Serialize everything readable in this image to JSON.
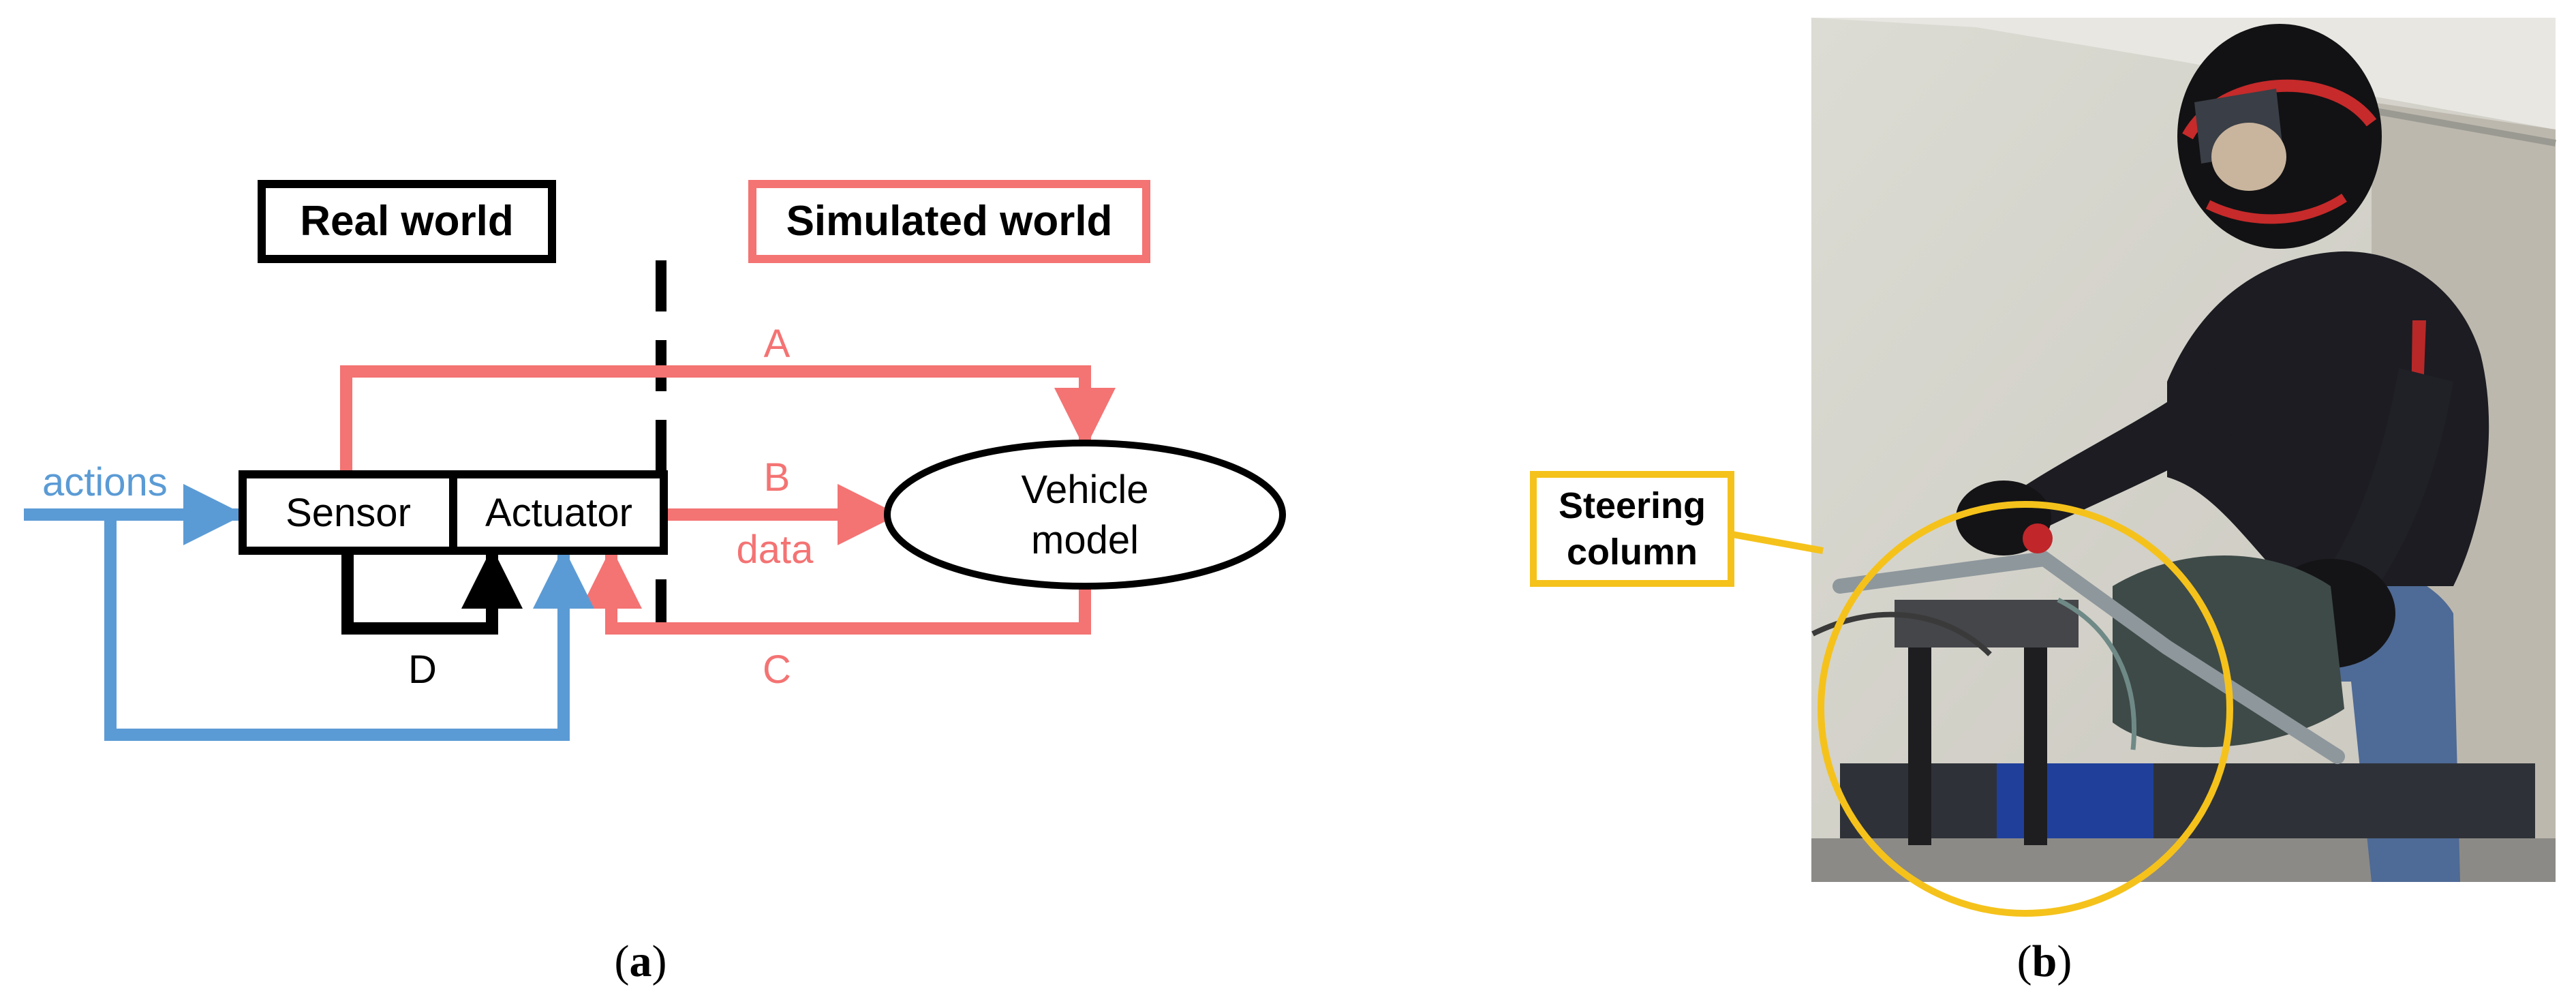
{
  "panel_a": {
    "real_world": "Real world",
    "simulated_world": "Simulated world",
    "actions": "actions",
    "sensor": "Sensor",
    "actuator": "Actuator",
    "vehicle_model_line1": "Vehicle",
    "vehicle_model_line2": "model",
    "data": "data",
    "label_a": "A",
    "label_b": "B",
    "label_c": "C",
    "label_d": "D",
    "caption_letter": "a"
  },
  "panel_b": {
    "steering_line1": "Steering",
    "steering_line2": "column",
    "caption_letter": "b"
  },
  "colors": {
    "black": "#000000",
    "red": "#f47373",
    "blue": "#5b9bd5",
    "yellow": "#f5c21b"
  }
}
